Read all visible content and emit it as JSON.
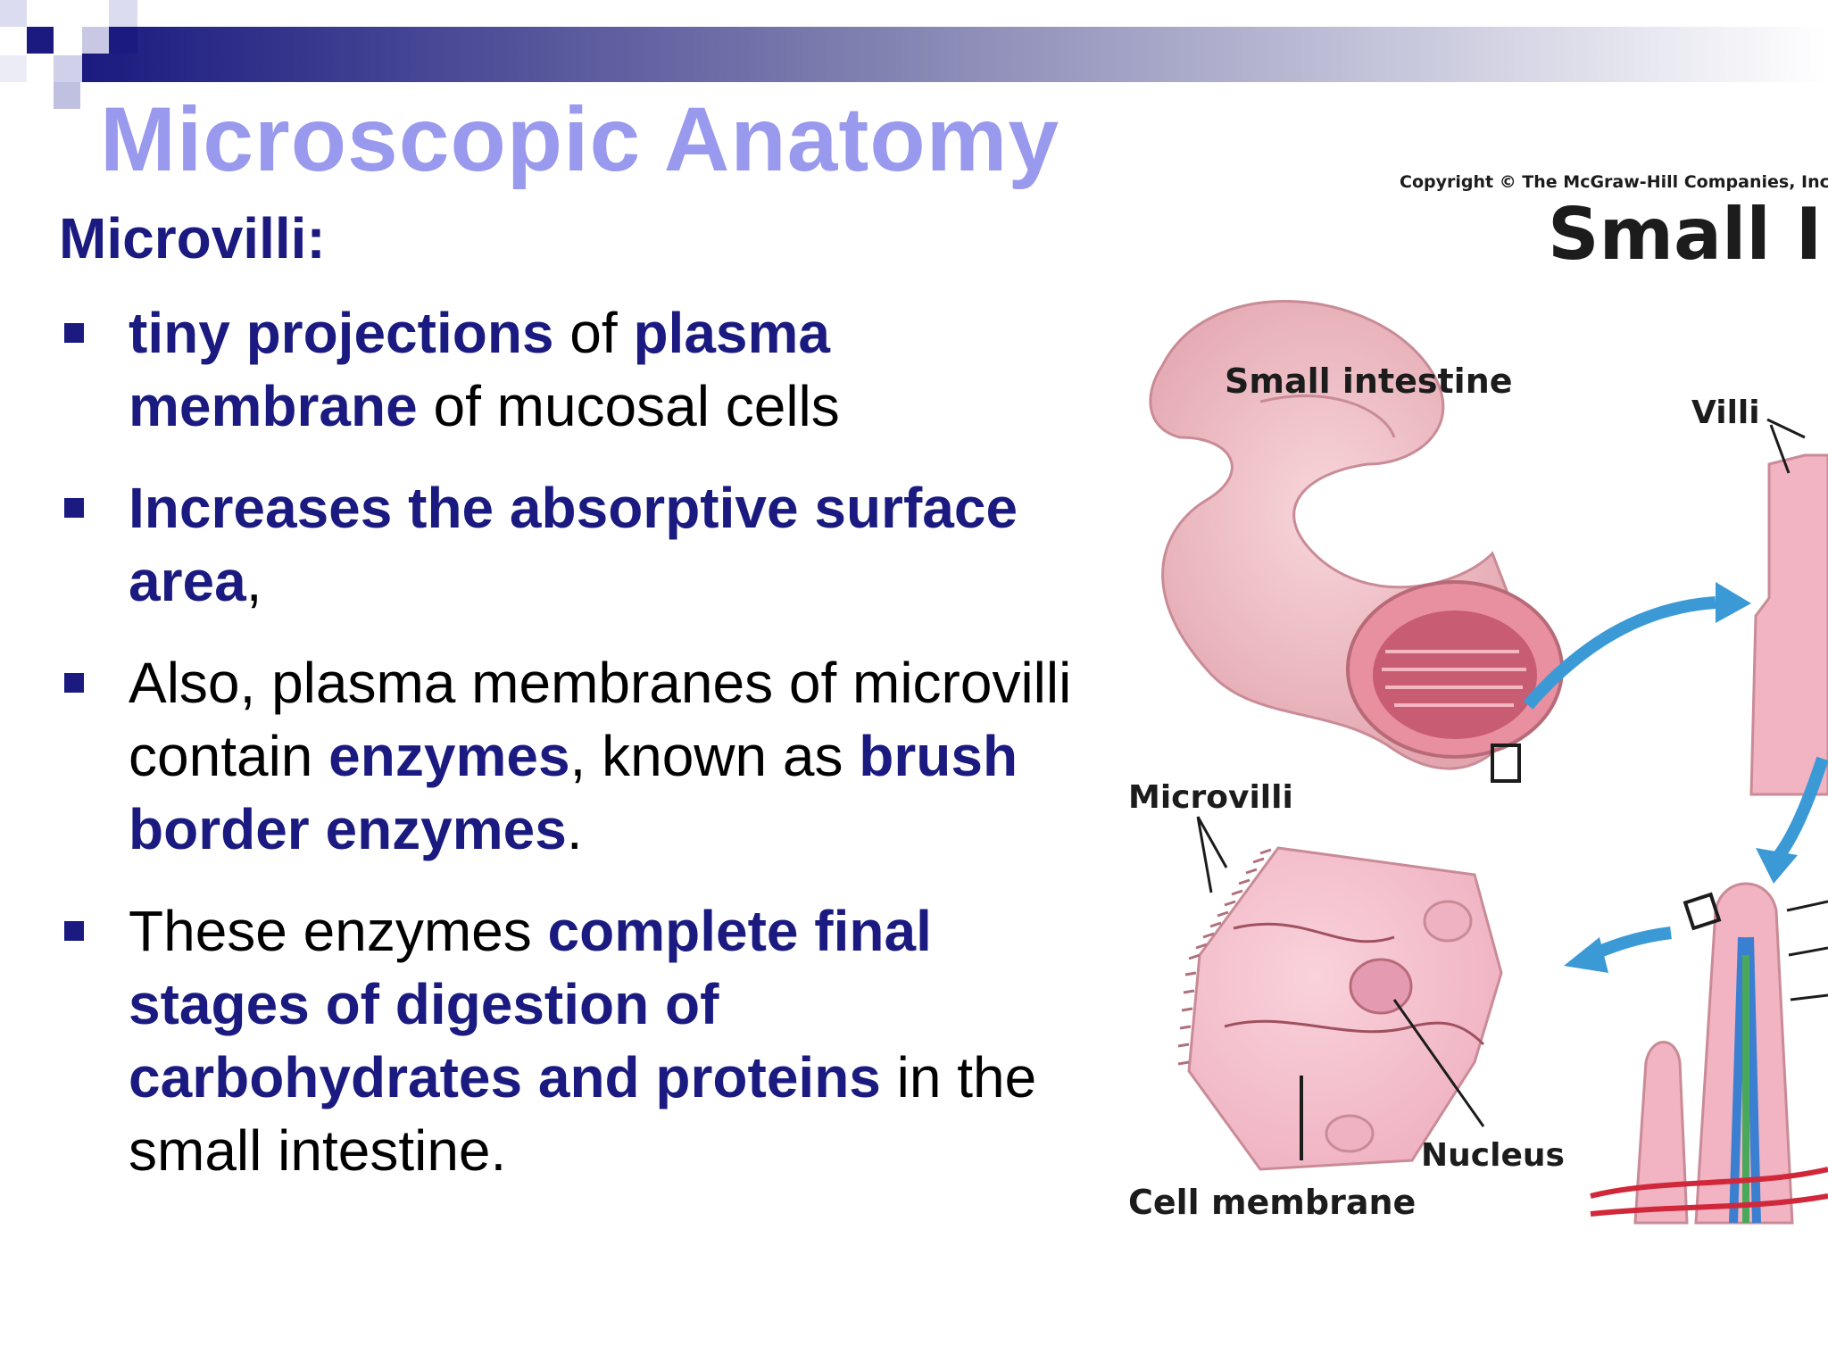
{
  "slide": {
    "title": "Microscopic Anatomy",
    "subhead": "Microvilli:",
    "bullets": [
      [
        {
          "t": "tiny projections",
          "b": true
        },
        {
          "t": " of ",
          "b": false
        },
        {
          "t": "plasma membrane",
          "b": true
        },
        {
          "t": " of mucosal cells",
          "b": false
        }
      ],
      [
        {
          "t": "Increases the absorptive surface area",
          "b": true
        },
        {
          "t": ",",
          "b": false
        }
      ],
      [
        {
          "t": "Also, plasma membranes of microvilli contain ",
          "b": false
        },
        {
          "t": "enzymes",
          "b": true
        },
        {
          "t": ", known as ",
          "b": false
        },
        {
          "t": "brush border enzymes",
          "b": true
        },
        {
          "t": ".",
          "b": false
        }
      ],
      [
        {
          "t": "These enzymes ",
          "b": false
        },
        {
          "t": "complete final stages of digestion of carbohydrates and proteins",
          "b": true
        },
        {
          "t": " in the small intestine.",
          "b": false
        }
      ]
    ]
  },
  "figure": {
    "copyright": "Copyright © The McGraw-Hill Companies, Inc.",
    "heading": "Small Ir",
    "labels": {
      "small_intestine": "Small intestine",
      "villi": "Villi",
      "microvilli": "Microvilli",
      "nucleus": "Nucleus",
      "cell_membrane": "Cell membrane"
    }
  },
  "colors": {
    "title": "#9999ee",
    "emphasis": "#1a1a80",
    "body_text": "#000000",
    "band_dark": "#1a1a80",
    "tissue_pink": "#f2b3c3",
    "arrow_blue": "#3b9ad6"
  }
}
